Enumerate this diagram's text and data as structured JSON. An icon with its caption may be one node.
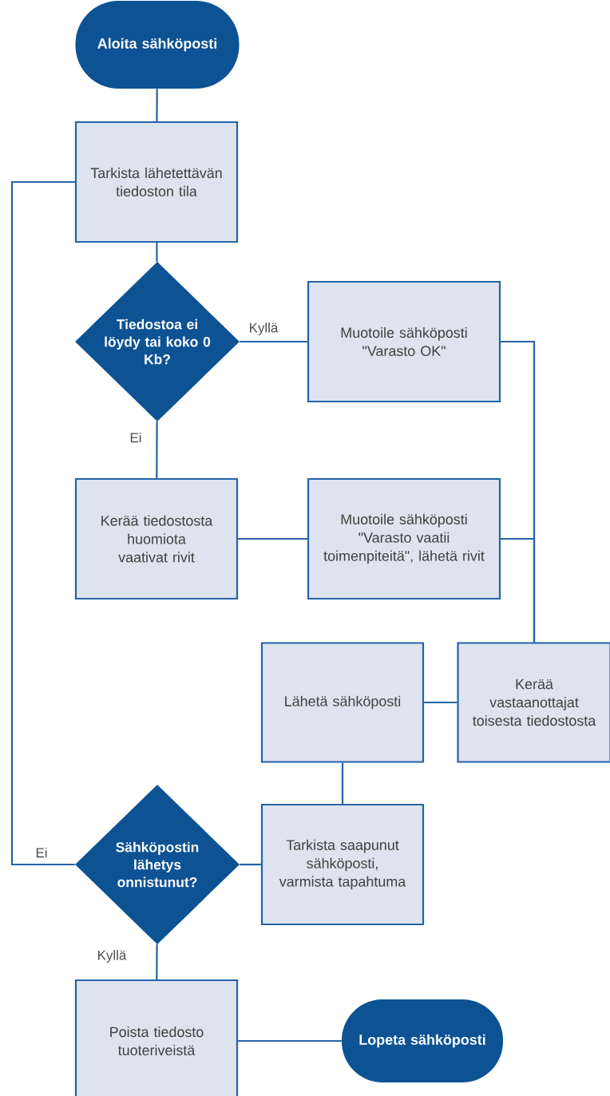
{
  "diagram": {
    "nodes": [
      {
        "text": [
          "Aloita sähköposti"
        ]
      },
      {
        "text": [
          "Tarkista lähetettävän tiedoston tila"
        ]
      },
      {
        "text": [
          "Tiedostoa ei löydy tai koko 0 Kb?"
        ]
      },
      {
        "text": [
          "Muotoile sähköposti \"Varasto OK\""
        ]
      },
      {
        "text": [
          "Kerää tiedostosta huomiota vaativat rivit"
        ]
      },
      {
        "text": [
          "Muotoile sähköposti \"Varasto vaatii toimenpiteitä\", lähetä rivit"
        ]
      },
      {
        "text": [
          "Lähetä sähköposti"
        ]
      },
      {
        "text": [
          "Kerää vastaanottajat toisesta tiedostosta"
        ]
      },
      {
        "text": [
          "Sähköpostin lähetys onnistunut?"
        ]
      },
      {
        "text": [
          "Tarkista saapunut sähköposti, varmista tapahtuma"
        ]
      },
      {
        "text": [
          "Poista tiedosto tuoteriveistä"
        ]
      },
      {
        "text": [
          "Lopeta sähköposti"
        ]
      }
    ],
    "edges": [
      {
        "from": 0,
        "to": 1,
        "arrow": "none"
      },
      {
        "from": 1,
        "to": 2,
        "arrow": "none"
      },
      {
        "from": 2,
        "to": 3,
        "arrow": "none",
        "label": "Kyllä"
      },
      {
        "from": 2,
        "to": 4,
        "arrow": "none",
        "label": "Ei"
      },
      {
        "from": 4,
        "to": 5,
        "arrow": "none"
      },
      {
        "from": 3,
        "to": 7,
        "arrow": "none"
      },
      {
        "from": 5,
        "to": 7,
        "arrow": "none"
      },
      {
        "from": 7,
        "to": 6,
        "arrow": "none"
      },
      {
        "from": 6,
        "to": 9,
        "arrow": "none"
      },
      {
        "from": 9,
        "to": 8,
        "arrow": "none"
      },
      {
        "from": 8,
        "to": 1,
        "arrow": "none",
        "label": "Ei"
      },
      {
        "from": 8,
        "to": 10,
        "arrow": "none",
        "label": "Kyllä"
      },
      {
        "from": 10,
        "to": 11,
        "arrow": "none"
      }
    ]
  }
}
